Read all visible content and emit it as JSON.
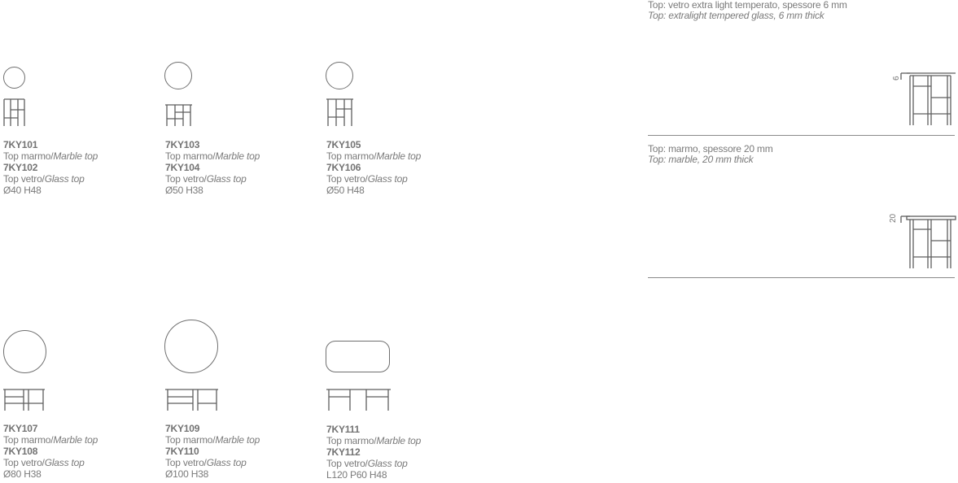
{
  "products": [
    {
      "code_a": "7KY101",
      "code_b": "7KY102",
      "top_a_it": "Top marmo/",
      "top_a_en": "Marble top",
      "top_b_it": "Top vetro/",
      "top_b_en": "Glass top",
      "size": "Ø40 H48"
    },
    {
      "code_a": "7KY103",
      "code_b": "7KY104",
      "top_a_it": "Top marmo/",
      "top_a_en": "Marble top",
      "top_b_it": "Top vetro/",
      "top_b_en": "Glass top",
      "size": "Ø50 H38"
    },
    {
      "code_a": "7KY105",
      "code_b": "7KY106",
      "top_a_it": "Top marmo/",
      "top_a_en": "Marble top",
      "top_b_it": "Top vetro/",
      "top_b_en": "Glass top",
      "size": "Ø50 H48"
    },
    {
      "code_a": "7KY107",
      "code_b": "7KY108",
      "top_a_it": "Top marmo/",
      "top_a_en": "Marble top",
      "top_b_it": "Top vetro/",
      "top_b_en": "Glass top",
      "size": "Ø80 H38"
    },
    {
      "code_a": "7KY109",
      "code_b": "7KY110",
      "top_a_it": "Top marmo/",
      "top_a_en": "Marble top",
      "top_b_it": "Top vetro/",
      "top_b_en": "Glass top",
      "size": "Ø100 H38"
    },
    {
      "code_a": "7KY111",
      "code_b": "7KY112",
      "top_a_it": "Top marmo/",
      "top_a_en": "Marble top",
      "top_b_it": "Top vetro/",
      "top_b_en": "Glass top",
      "size": "L120 P60 H48"
    }
  ],
  "specs": {
    "glass_it": "Top: vetro extra light temperato, spessore 6 mm",
    "glass_en": "Top: extralight tempered glass, 6 mm thick",
    "glass_dim": "6",
    "marble_it": "Top: marmo, spessore 20 mm",
    "marble_en": "Top: marble, 20 mm thick",
    "marble_dim": "20"
  }
}
